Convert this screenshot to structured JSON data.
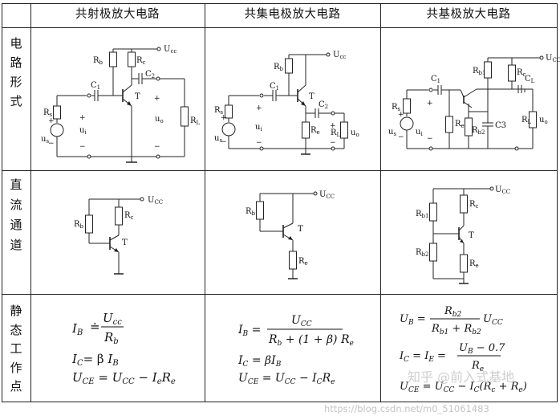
{
  "headers": [
    "共射极放大电路",
    "共集电极放大电路",
    "共基极放大电路"
  ],
  "row_labels": [
    [
      "电",
      "路",
      "形",
      "式"
    ],
    [
      "直",
      "流",
      "通",
      "道"
    ],
    [
      "静",
      "态",
      "工",
      "作",
      "点"
    ]
  ],
  "ce": {
    "circuit": {
      "vcc": "U",
      "vcc_sub": "cc",
      "rb": "R",
      "rb_sub": "b",
      "rc": "R",
      "rc_sub": "c",
      "c1": "C",
      "c1_sub": "1",
      "c2": "C",
      "c2_sub": "2",
      "t": "T",
      "rs": "R",
      "rs_sub": "s",
      "ui": "u",
      "ui_sub": "i",
      "us": "u",
      "us_sub": "s",
      "uo": "u",
      "uo_sub": "o",
      "rl": "R",
      "rl_sub": "L"
    },
    "dc": {
      "vcc": "U",
      "vcc_sub": "CC",
      "rb": "R",
      "rb_sub": "b",
      "rc": "R",
      "rc_sub": "c",
      "t": "T"
    },
    "eq": {
      "ib_lhs": "I",
      "ib_lhs_sub": "B",
      "ib_op": "≐",
      "ib_num": "U",
      "ib_num_sub": "cc",
      "ib_den": "R",
      "ib_den_sub": "b",
      "ic_lhs": "I",
      "ic_lhs_sub": "C",
      "ic_rhs_a": "= β ",
      "ic_rhs_b": "I",
      "ic_rhs_b_sub": "B",
      "uce_lhs": "U",
      "uce_lhs_sub": "CE",
      "uce_rhs_a": " = U",
      "uce_rhs_a_sub": "CC",
      "uce_rhs_b": " − I",
      "uce_rhs_b_sub": "e",
      "uce_rhs_c": "R",
      "uce_rhs_c_sub": "e"
    }
  },
  "cc": {
    "circuit": {
      "vcc": "U",
      "vcc_sub": "cc",
      "rb": "R",
      "rb_sub": "b",
      "c1": "C",
      "c1_sub": "1",
      "c2": "C",
      "c2_sub": "2",
      "t": "T",
      "rs": "R",
      "rs_sub": "s",
      "ui": "u",
      "ui_sub": "i",
      "us": "u",
      "us_sub": "s",
      "re": "R",
      "re_sub": "e",
      "rl": "R",
      "rl_sub": "L",
      "uo": "u",
      "uo_sub": "o"
    },
    "dc": {
      "vcc": "U",
      "vcc_sub": "CC",
      "rb": "R",
      "rb_sub": "b",
      "re": "R",
      "re_sub": "e",
      "t": "T"
    },
    "eq": {
      "ib_lhs": "I",
      "ib_lhs_sub": "B",
      "ib_num": "U",
      "ib_num_sub": "CC",
      "ib_den_a": "R",
      "ib_den_a_sub": "b",
      "ib_den_b": " + (1 + β) R",
      "ib_den_b_sub": "e",
      "ic_lhs": "I",
      "ic_lhs_sub": "C",
      "ic_rhs": " = βI",
      "ic_rhs_sub": "B",
      "uce_lhs": "U",
      "uce_lhs_sub": "CE",
      "uce_rhs_a": " = U",
      "uce_rhs_a_sub": "CC",
      "uce_rhs_b": " − I",
      "uce_rhs_b_sub": "C",
      "uce_rhs_c": "R",
      "uce_rhs_c_sub": "e"
    }
  },
  "cb": {
    "circuit": {
      "vcc": "U",
      "vcc_sub": "CC",
      "rb1": "R",
      "rb1_sub": "b1",
      "rc": "R",
      "rc_sub": "c",
      "c1": "C",
      "c1_sub": "1",
      "cl": "C",
      "cl_sub": "L",
      "rs": "R",
      "rs_sub": "s",
      "re": "R",
      "re_sub": "e",
      "rb2": "R",
      "rb2_sub": "b2",
      "c3": "C3",
      "rl": "R",
      "rl_sub": "L",
      "uo": "u",
      "uo_sub": "o",
      "us": "u",
      "us_sub": "s",
      "ui": "u",
      "ui_sub": "i"
    },
    "dc": {
      "vcc": "U",
      "vcc_sub": "CC",
      "rb1": "R",
      "rb1_sub": "b1",
      "rc": "R",
      "rc_sub": "c",
      "rb2": "R",
      "rb2_sub": "b2",
      "re": "R",
      "re_sub": "e",
      "t": "T"
    },
    "eq": {
      "ub_lhs": "U",
      "ub_lhs_sub": "B",
      "ub_num": "R",
      "ub_num_sub": "b2",
      "ub_den_a": "R",
      "ub_den_a_sub": "b1",
      "ub_den_b": " + R",
      "ub_den_b_sub": "b2",
      "ub_tail": "U",
      "ub_tail_sub": "CC",
      "ic_lhs": "I",
      "ic_lhs_sub": "C",
      "ic_mid": " = I",
      "ic_mid_sub": "E",
      "ic_num_a": "U",
      "ic_num_a_sub": "B",
      "ic_num_b": " − 0.7",
      "ic_den": "R",
      "ic_den_sub": "e",
      "uce_lhs": "U",
      "uce_lhs_sub": "CE",
      "uce_rhs_a": " = U",
      "uce_rhs_a_sub": "CC",
      "uce_rhs_b": " − I",
      "uce_rhs_b_sub": "C",
      "uce_rhs_c": "(R",
      "uce_rhs_c_sub": "c",
      "uce_rhs_d": " + R",
      "uce_rhs_d_sub": "e",
      "uce_rhs_e": ")"
    }
  },
  "watermark": {
    "zhihu": "知乎 @前入式基地",
    "url": "https://blog.csdn.net/m0_51061483"
  }
}
